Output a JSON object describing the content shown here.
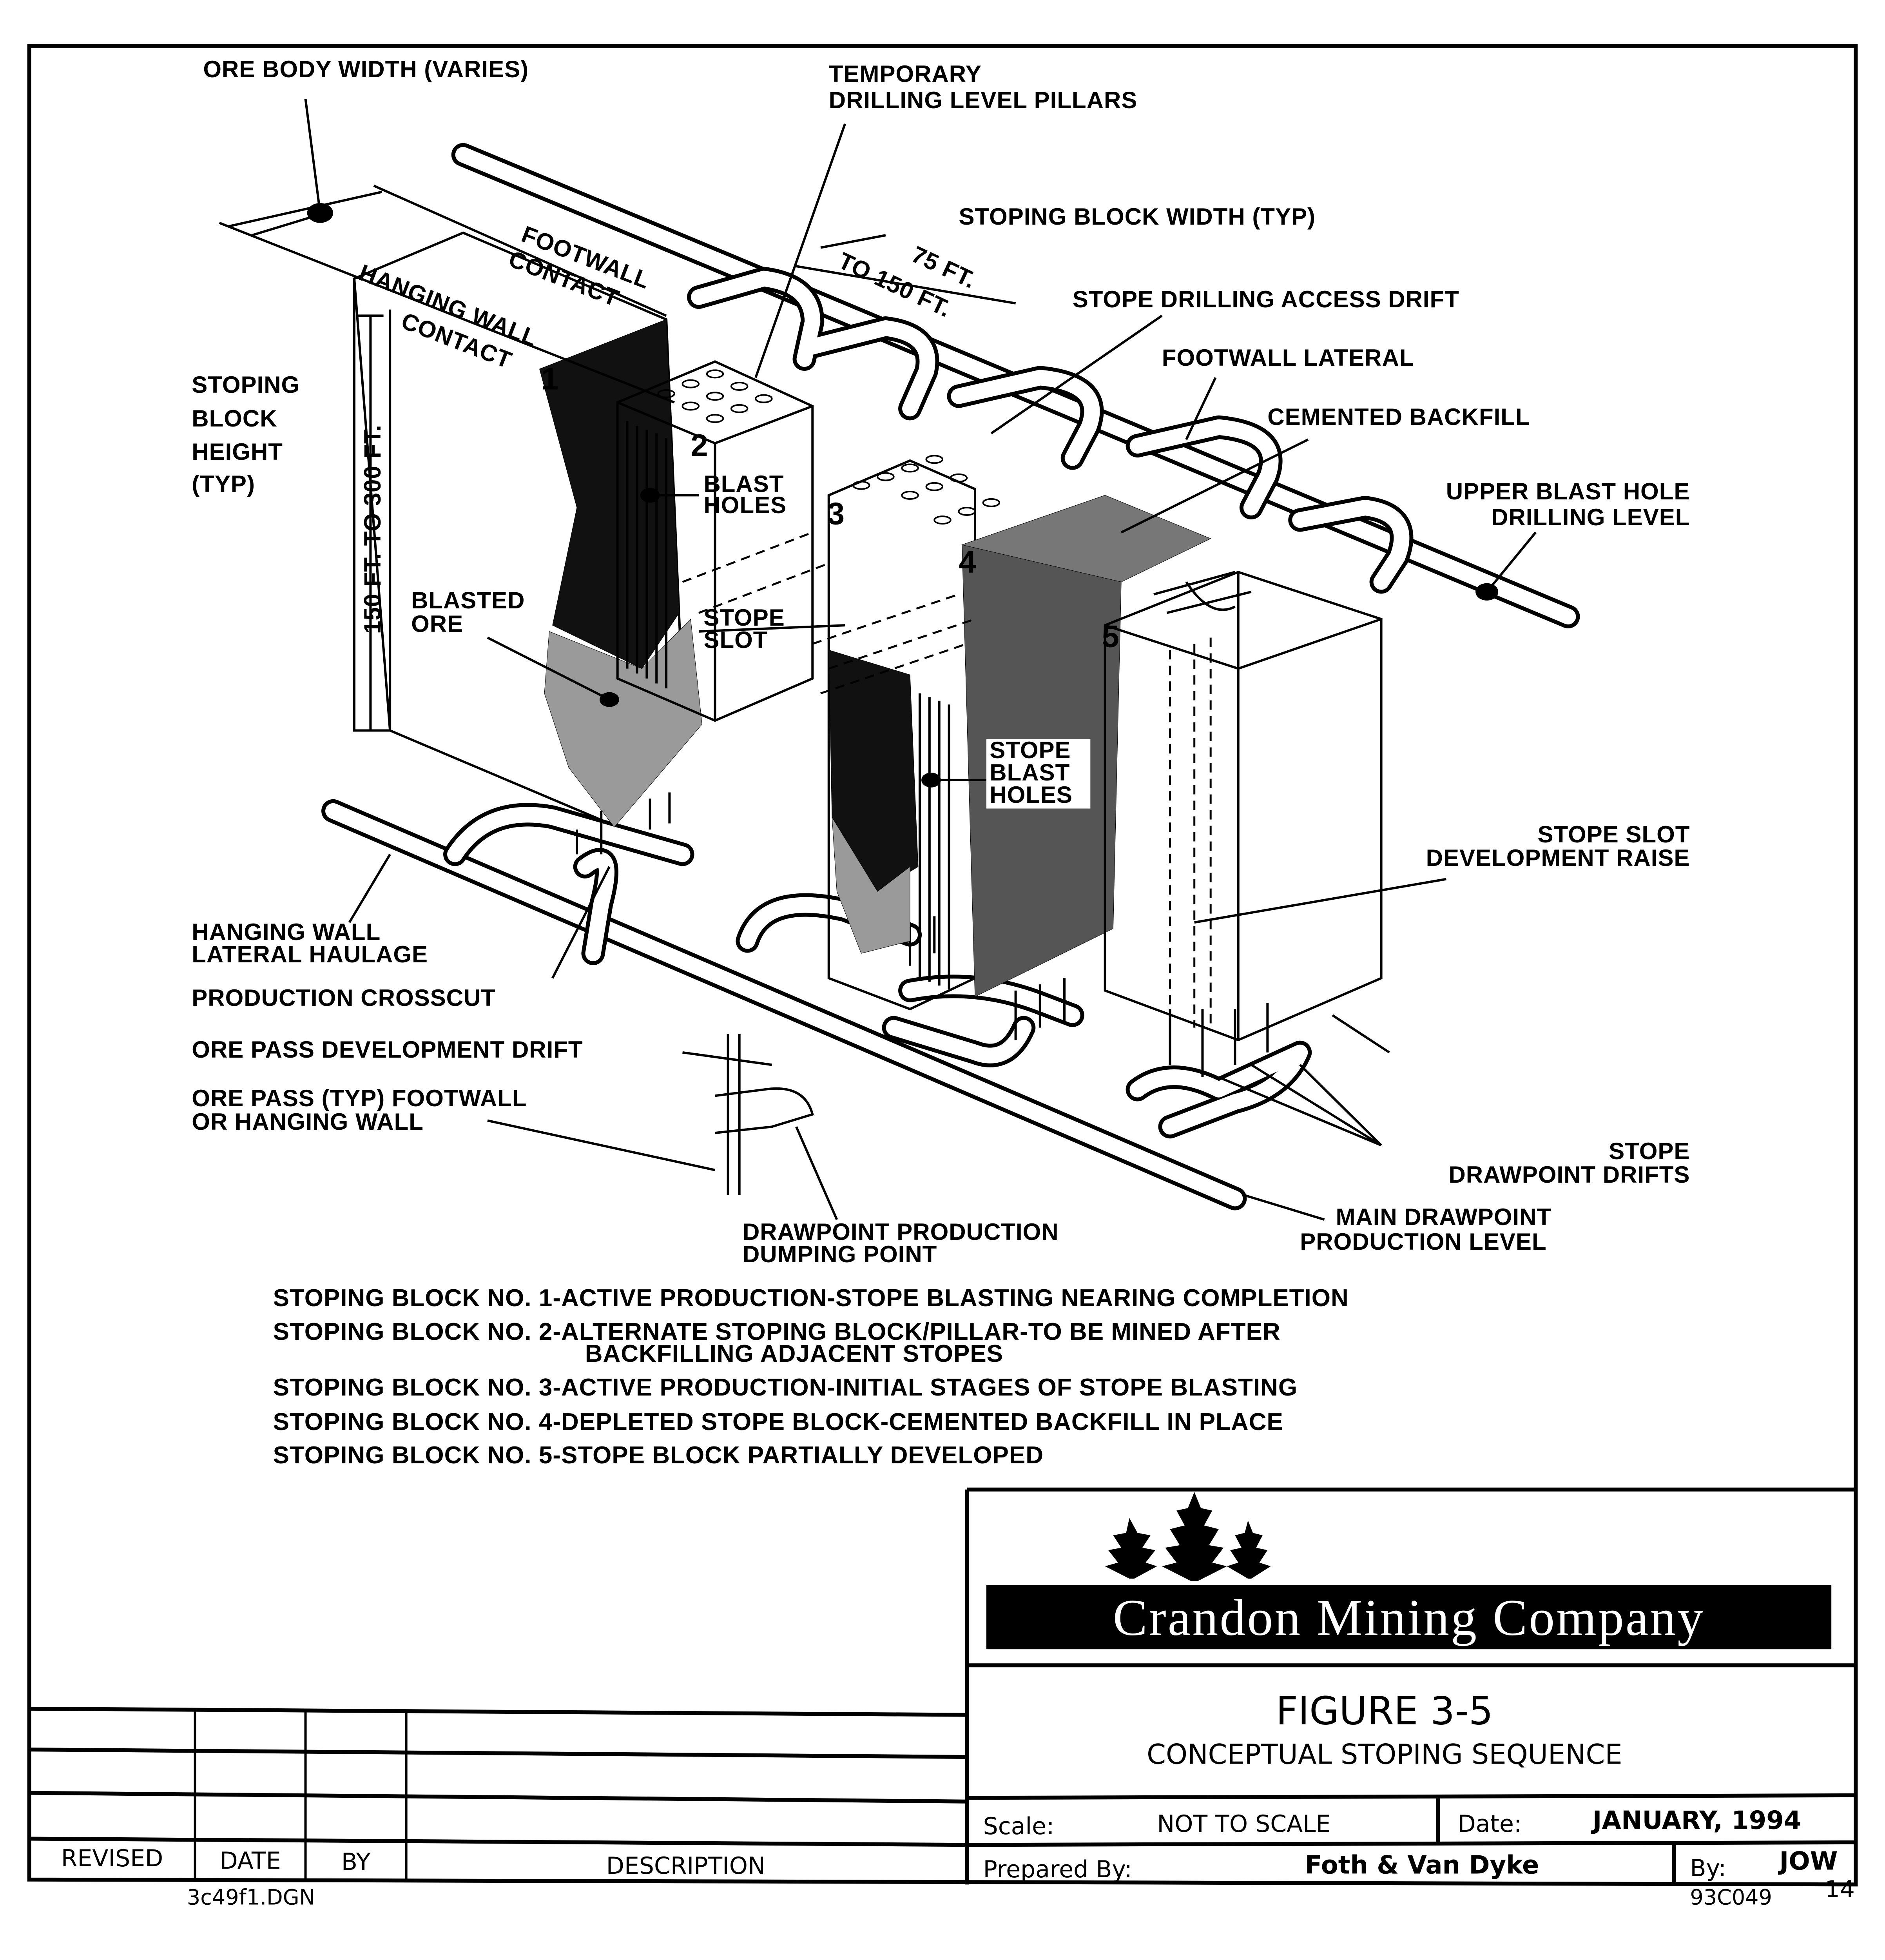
{
  "labels": {
    "ore_body_width": "ORE BODY WIDTH (VARIES)",
    "temporary_1": "TEMPORARY",
    "temporary_2": "DRILLING LEVEL PILLARS",
    "block_width": "STOPING BLOCK WIDTH (TYP)",
    "width_75": "75 FT.",
    "width_150": "TO 150 FT.",
    "footwall_contact_1": "FOOTWALL",
    "footwall_contact_2": "CONTACT",
    "hanging_contact_1": "HANGING WALL",
    "hanging_contact_2": "CONTACT",
    "access_drift": "STOPE DRILLING ACCESS DRIFT",
    "footwall_lateral": "FOOTWALL LATERAL",
    "cemented_backfill": "CEMENTED BACKFILL",
    "upper_blast_1": "UPPER BLAST HOLE",
    "upper_blast_2": "DRILLING LEVEL",
    "height_1": "STOPING",
    "height_2": "BLOCK",
    "height_3": "HEIGHT",
    "height_4": "(TYP)",
    "height_dim": "150 FT. TO 300 FT.",
    "blast_holes_1": "BLAST",
    "blast_holes_2": "HOLES",
    "blasted_ore_1": "BLASTED",
    "blasted_ore_2": "ORE",
    "stope_slot_1": "STOPE",
    "stope_slot_2": "SLOT",
    "stope_blast_1": "STOPE",
    "stope_blast_2": "BLAST",
    "stope_blast_3": "HOLES",
    "slot_raise_1": "STOPE SLOT",
    "slot_raise_2": "DEVELOPMENT RAISE",
    "hw_lateral_1": "HANGING WALL",
    "hw_lateral_2": "LATERAL HAULAGE",
    "production_crosscut": "PRODUCTION CROSSCUT",
    "ore_pass_drift": "ORE PASS DEVELOPMENT DRIFT",
    "ore_pass_1": "ORE PASS (TYP) FOOTWALL",
    "ore_pass_2": "OR HANGING WALL",
    "drawpoint_drifts_1": "STOPE",
    "drawpoint_drifts_2": "DRAWPOINT DRIFTS",
    "main_drawpoint_1": "MAIN DRAWPOINT",
    "main_drawpoint_2": "PRODUCTION LEVEL",
    "dumping_1": "DRAWPOINT PRODUCTION",
    "dumping_2": "DUMPING POINT"
  },
  "block_numbers": [
    "1",
    "2",
    "3",
    "4",
    "5"
  ],
  "notes": [
    "STOPING BLOCK NO. 1-ACTIVE PRODUCTION-STOPE BLASTING NEARING COMPLETION",
    "STOPING BLOCK NO. 2-ALTERNATE STOPING BLOCK/PILLAR-TO BE MINED AFTER",
    "BACKFILLING ADJACENT STOPES",
    "STOPING BLOCK NO. 3-ACTIVE PRODUCTION-INITIAL STAGES OF STOPE BLASTING",
    "STOPING BLOCK NO. 4-DEPLETED STOPE BLOCK-CEMENTED BACKFILL IN PLACE",
    "STOPING BLOCK NO. 5-STOPE BLOCK PARTIALLY DEVELOPED"
  ],
  "title_block": {
    "company": "Crandon Mining Company",
    "figure": "FIGURE 3-5",
    "subtitle": "CONCEPTUAL STOPING SEQUENCE",
    "scale_label": "Scale:",
    "scale_value": "NOT TO SCALE",
    "date_label": "Date:",
    "date_value": "JANUARY, 1994",
    "prepared_label": "Prepared By:",
    "prepared_value": "Foth & Van Dyke",
    "by_label": "By:",
    "by_value": "JOW"
  },
  "revision_table": {
    "headers": [
      "REVISED",
      "DATE",
      "BY",
      "DESCRIPTION"
    ]
  },
  "footer": {
    "file_name": "3c49f1.DGN",
    "drawing_number": "93C049",
    "page_number": "14"
  }
}
